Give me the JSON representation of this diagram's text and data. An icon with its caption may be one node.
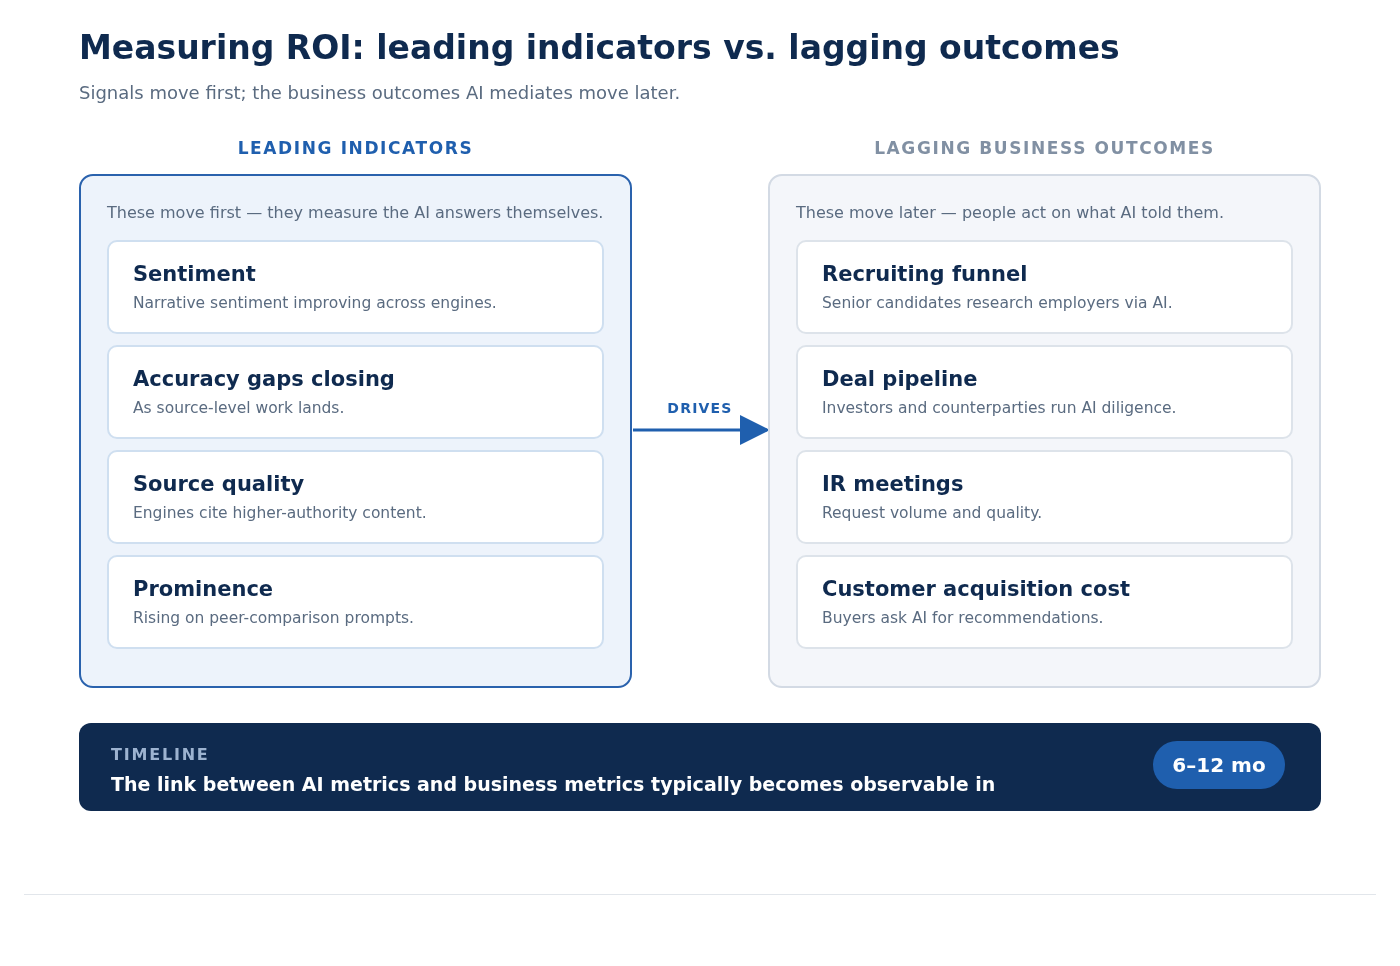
{
  "diagram": {
    "title": "Measuring ROI: leading indicators vs. lagging outcomes",
    "caption": "Signals move first; the business outcomes AI mediates move later.",
    "nodes": [
      {
        "text": [
          "LEADING INDICATORS",
          "These move first — they measure the AI answers themselves."
        ]
      },
      {
        "text": [
          "Sentiment",
          "Narrative sentiment improving across engines."
        ],
        "in": 0
      },
      {
        "text": [
          "Accuracy gaps closing",
          "As source-level work lands."
        ],
        "in": 0
      },
      {
        "text": [
          "Source quality",
          "Engines cite higher-authority content."
        ],
        "in": 0
      },
      {
        "text": [
          "Prominence",
          "Rising on peer-comparison prompts."
        ],
        "in": 0
      },
      {
        "text": [
          "LAGGING BUSINESS OUTCOMES",
          "These move later — people act on what AI told them."
        ]
      },
      {
        "text": [
          "Recruiting funnel",
          "Senior candidates research employers via AI."
        ],
        "in": 5
      },
      {
        "text": [
          "Deal pipeline",
          "Investors and counterparties run AI diligence."
        ],
        "in": 5
      },
      {
        "text": [
          "IR meetings",
          "Request volume and quality."
        ],
        "in": 5
      },
      {
        "text": [
          "Customer acquisition cost",
          "Buyers ask AI for recommendations."
        ],
        "in": 5
      },
      {
        "text": [
          "TIMELINE",
          "The link between AI metrics and business metrics typically becomes observable in"
        ]
      },
      {
        "text": [
          "6–12 mo"
        ],
        "in": 10
      }
    ],
    "edges": [
      {
        "from": 0,
        "to": 5,
        "arrow": "to",
        "label": "DRIVES"
      }
    ]
  }
}
